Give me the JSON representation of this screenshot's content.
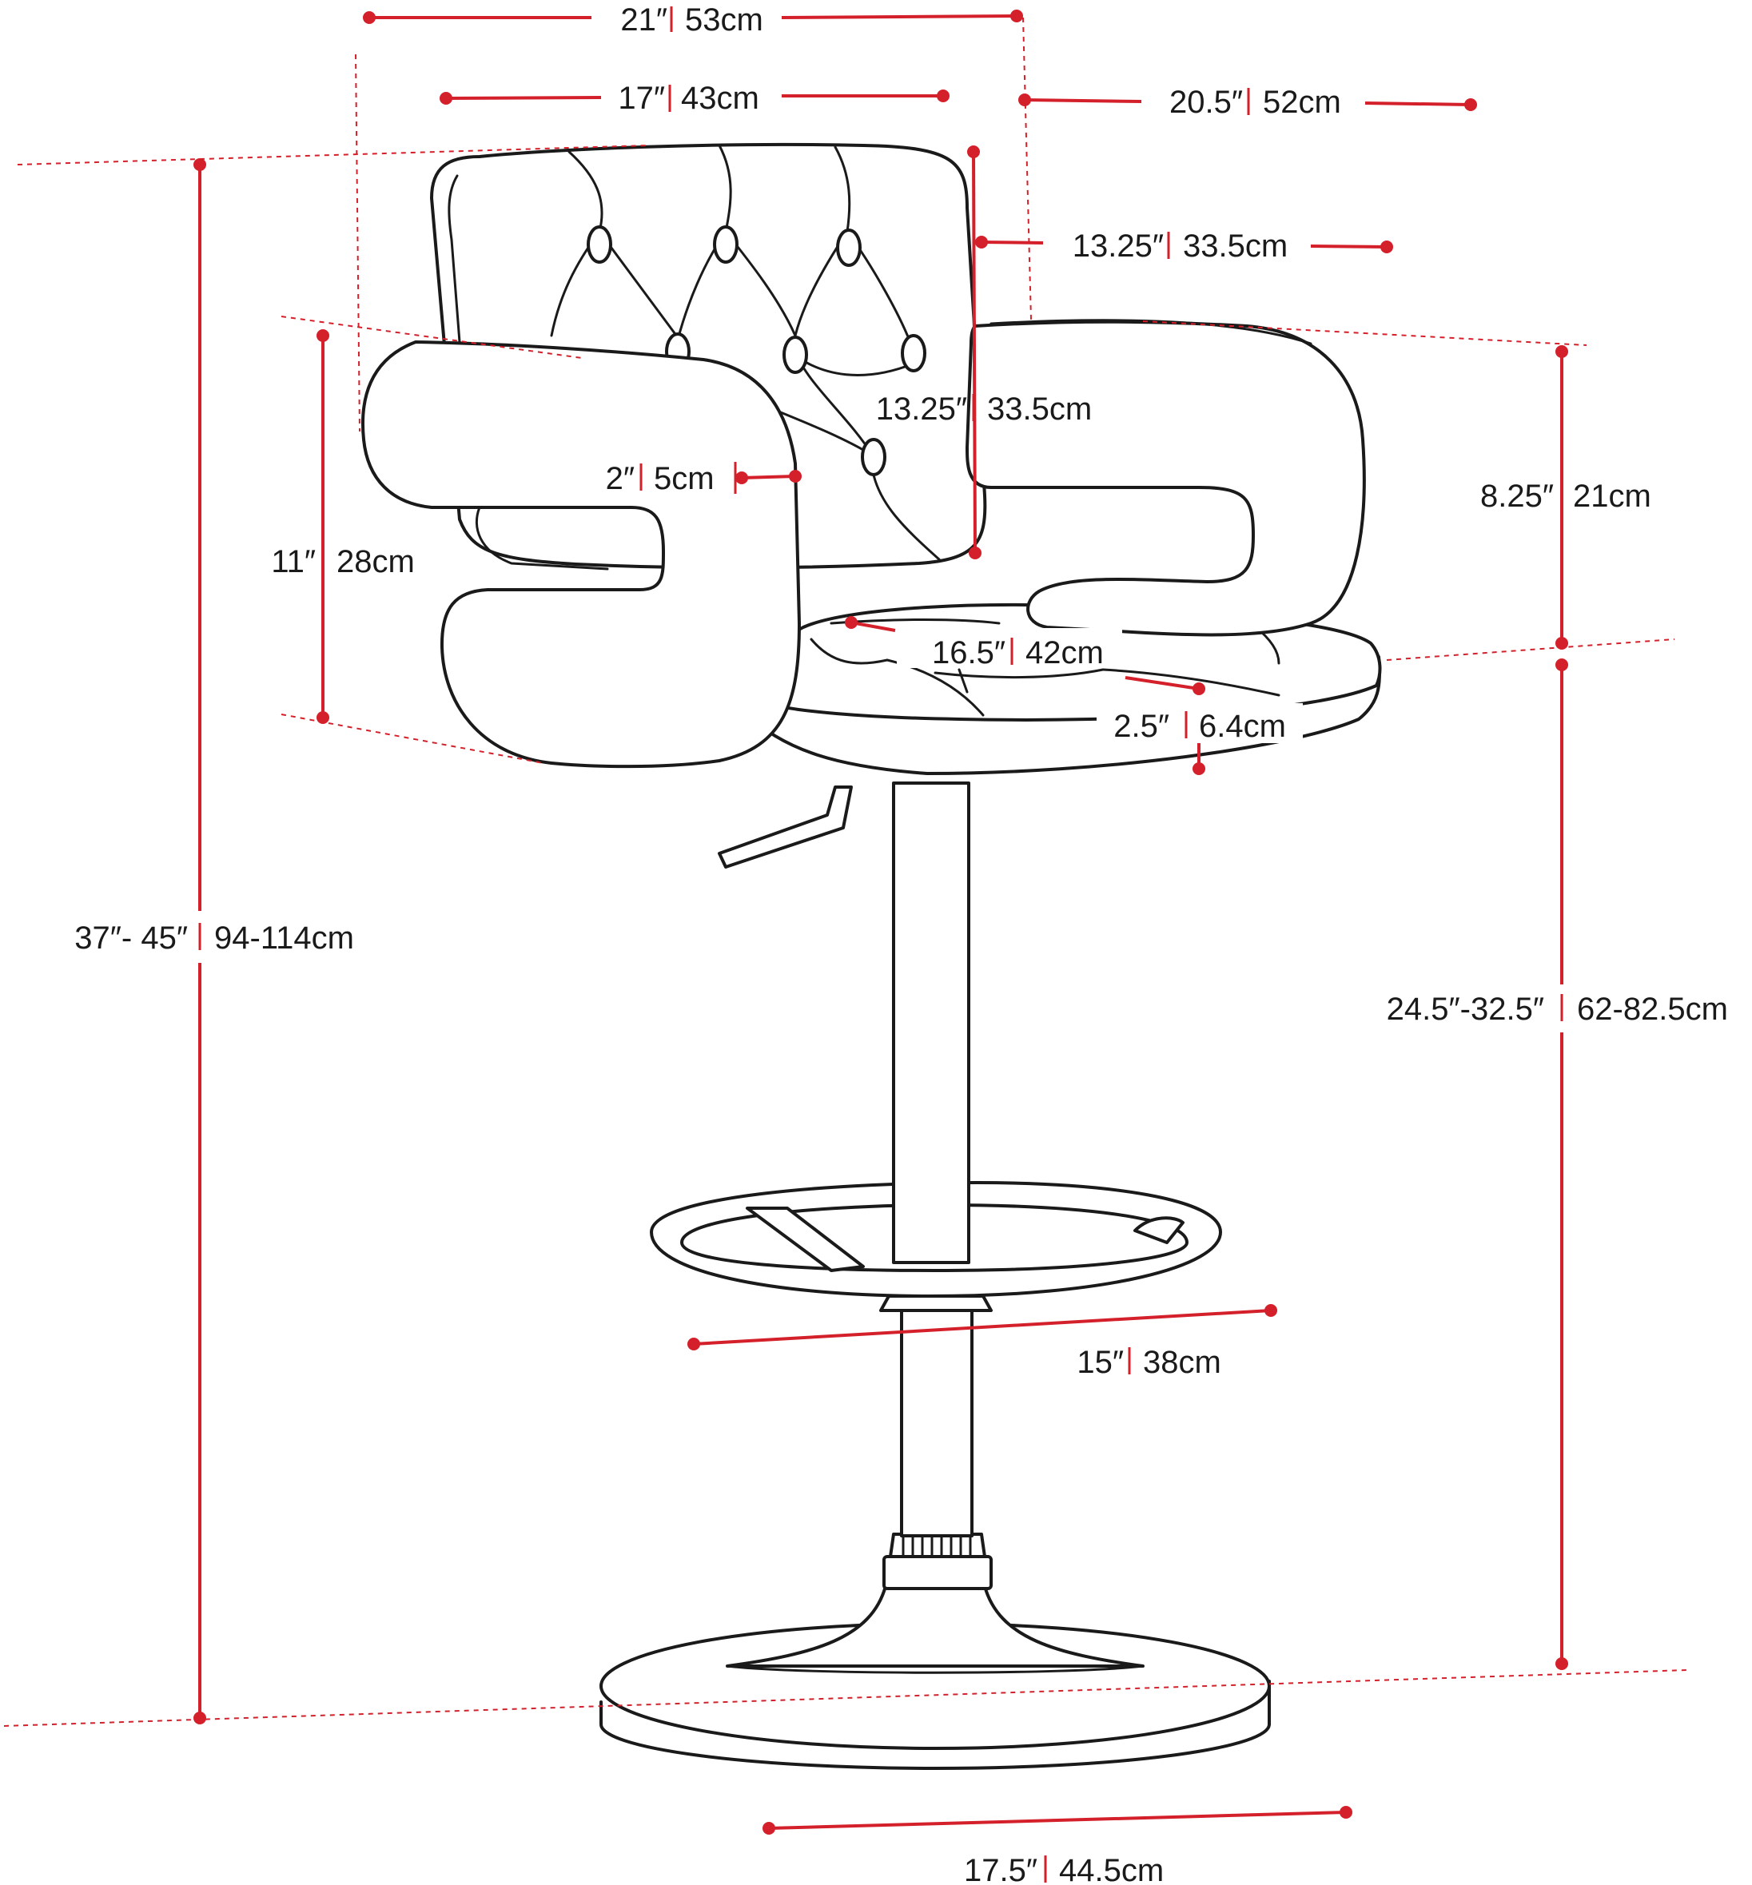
{
  "colors": {
    "accent": "#d4202a",
    "line": "#1a1a1a",
    "background": "#ffffff"
  },
  "dimensions": {
    "overall_width": {
      "imperial": "21″",
      "metric": "53cm"
    },
    "backrest_width": {
      "imperial": "17″",
      "metric": "43cm"
    },
    "overall_depth": {
      "imperial": "20.5″",
      "metric": "52cm"
    },
    "backrest_top": {
      "imperial": "13.25″",
      "metric": "33.5cm"
    },
    "backrest_height": {
      "imperial": "13.25″",
      "metric": "33.5cm"
    },
    "armrest_width": {
      "imperial": "2″",
      "metric": "5cm"
    },
    "armrest_height": {
      "imperial": "11″",
      "metric": "28cm"
    },
    "arm_above_seat": {
      "imperial": "8.25″",
      "metric": "21cm"
    },
    "seat_width": {
      "imperial": "16.5″",
      "metric": "42cm"
    },
    "seat_thickness": {
      "imperial": "2.5″",
      "metric": "6.4cm"
    },
    "overall_height": {
      "imperial": "37″- 45″",
      "metric": "94-114cm"
    },
    "seat_height": {
      "imperial": "24.5″-32.5″",
      "metric": "62-82.5cm"
    },
    "footrest_diameter": {
      "imperial": "15″",
      "metric": "38cm"
    },
    "base_diameter": {
      "imperial": "17.5″",
      "metric": "44.5cm"
    }
  }
}
